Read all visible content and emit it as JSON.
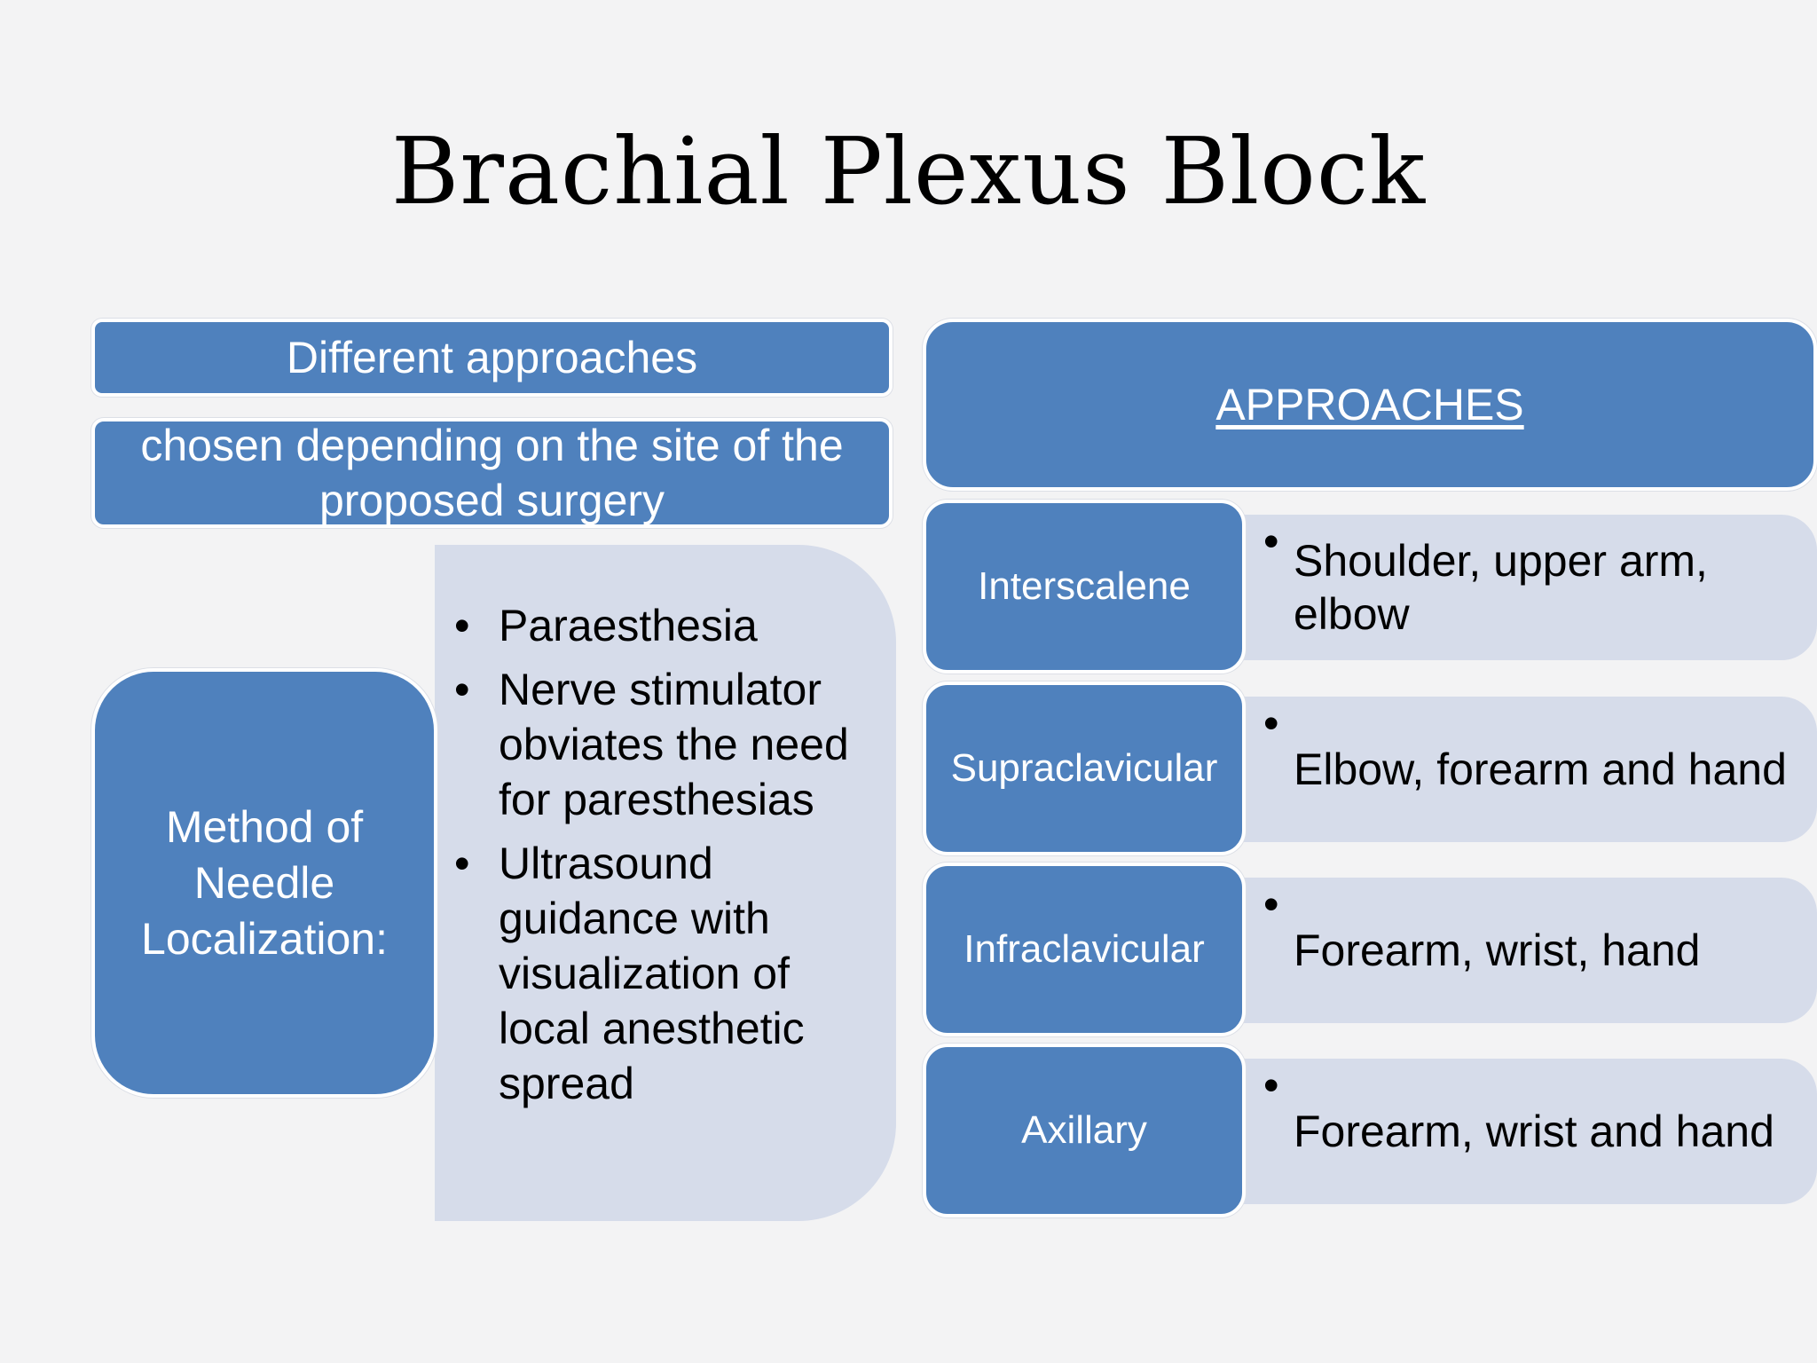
{
  "title": "Brachial Plexus Block",
  "left": {
    "header": "Different approaches",
    "subheader": "chosen depending on the site of the proposed surgery",
    "method_label": "Method of Needle Localization:",
    "methods": [
      "Paraesthesia",
      "Nerve stimulator obviates the need for paresthesias",
      "Ultrasound guidance with visualization of local anesthetic spread"
    ]
  },
  "right": {
    "header": "APPROACHES",
    "rows": [
      {
        "name": "Interscalene",
        "sites": "Shoulder, upper arm, elbow"
      },
      {
        "name": "Supraclavicular",
        "sites": "Elbow, forearm and hand"
      },
      {
        "name": "Infraclavicular",
        "sites": "Forearm, wrist, hand"
      },
      {
        "name": "Axillary",
        "sites": "Forearm, wrist and hand"
      }
    ]
  },
  "bullet": "•",
  "colors": {
    "background": "#f3f3f4",
    "box_blue": "#4f81bd",
    "box_light": "#d6dcea",
    "text_dark": "#000000",
    "text_light": "#ffffff"
  }
}
